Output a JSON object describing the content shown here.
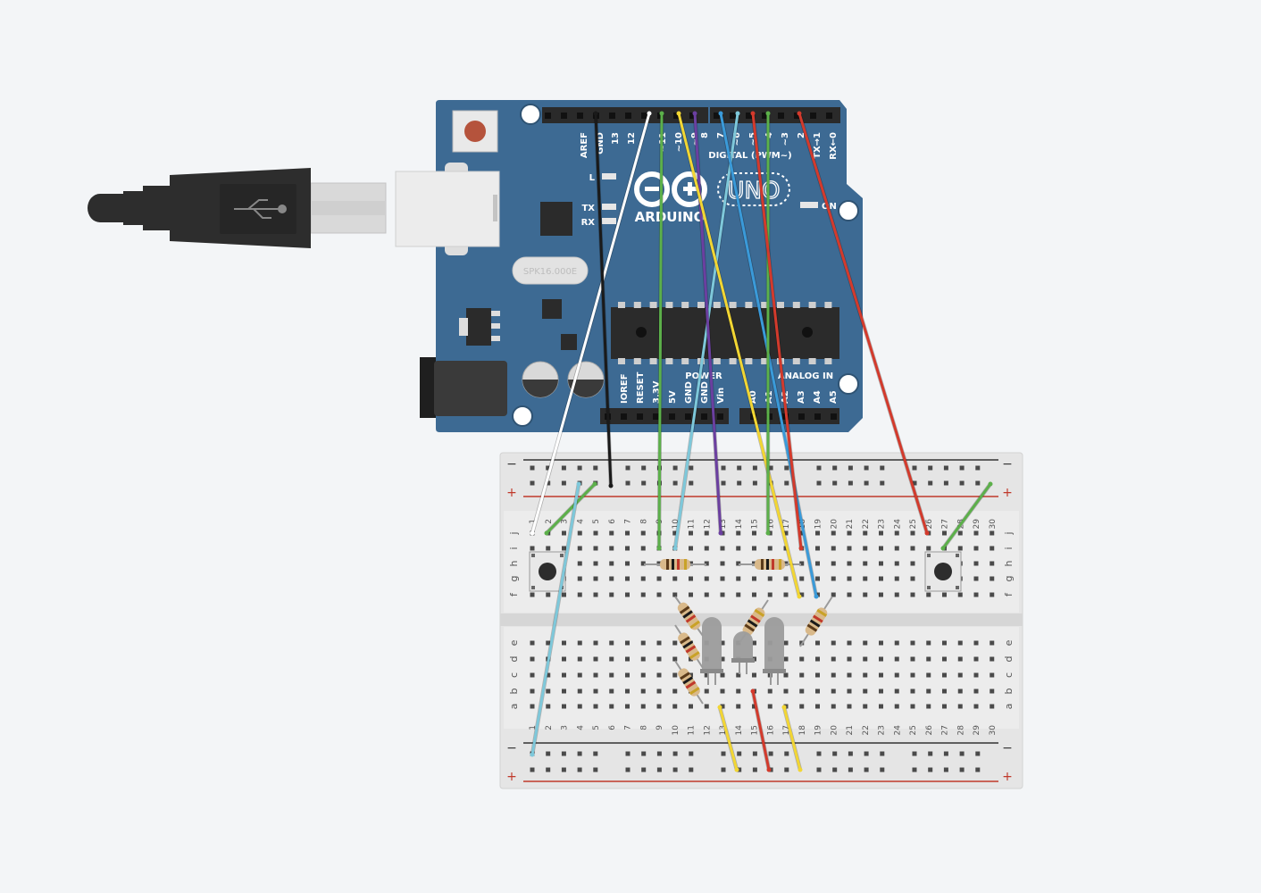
{
  "arduino": {
    "brand": "ARDUINO",
    "model": "UNO",
    "on_label": "ON",
    "crystal_label": "SPK16.000E",
    "led_labels": [
      "L",
      "TX",
      "RX"
    ],
    "digital_header": "DIGITAL (PWM~)",
    "power_header": "POWER",
    "analog_header": "ANALOG IN",
    "digital_pins": [
      "AREF",
      "GND",
      "13",
      "12",
      "~11",
      "~10",
      "~9",
      "8",
      "7",
      "~6",
      "~5",
      "4",
      "~3",
      "2",
      "TX→1",
      "RX←0"
    ],
    "power_pins": [
      "IOREF",
      "RESET",
      "3.3V",
      "5V",
      "GND",
      "GND",
      "Vin"
    ],
    "analog_pins": [
      "A0",
      "A1",
      "A2",
      "A3",
      "A4",
      "A5"
    ]
  },
  "breadboard": {
    "columns": [
      "1",
      "2",
      "3",
      "4",
      "5",
      "6",
      "7",
      "8",
      "9",
      "10",
      "11",
      "12",
      "13",
      "14",
      "15",
      "16",
      "17",
      "18",
      "19",
      "20",
      "21",
      "22",
      "23",
      "24",
      "25",
      "26",
      "27",
      "28",
      "29",
      "30"
    ],
    "top_rows": [
      "j",
      "i",
      "h",
      "g",
      "f"
    ],
    "bottom_rows": [
      "e",
      "d",
      "c",
      "b",
      "a"
    ],
    "minus": "−",
    "plus": "+"
  },
  "colors": {
    "background": "#f3f5f7",
    "board": "#3d6a93",
    "red": "#d33a2c",
    "green": "#5cb04a",
    "yellow": "#f2d633",
    "blue": "#3a9ad9",
    "light_blue": "#7ec8da",
    "purple": "#6b3fa0",
    "black": "#1a1a1a",
    "white": "#ffffff"
  }
}
